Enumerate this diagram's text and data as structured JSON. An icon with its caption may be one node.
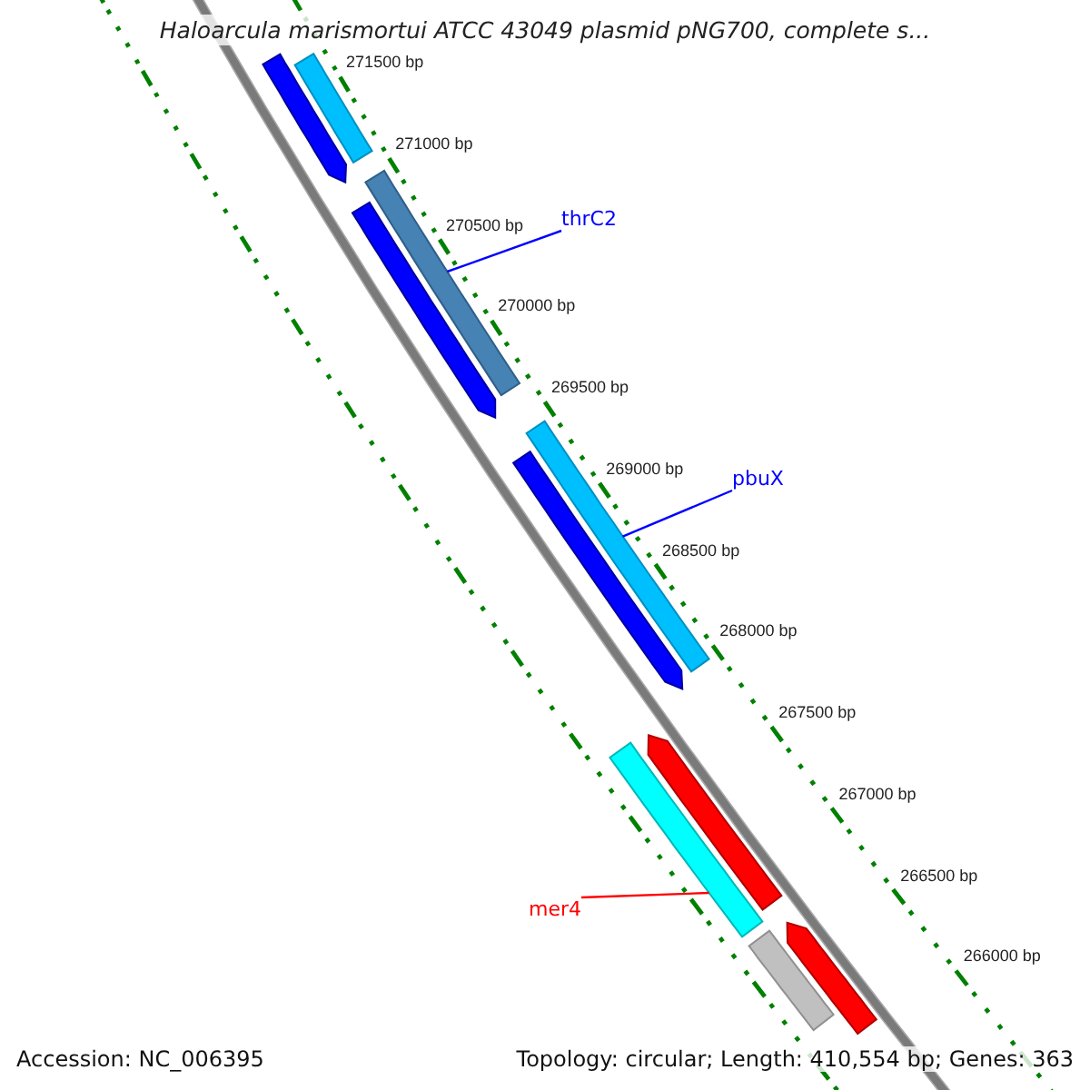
{
  "diagram": {
    "title": "Haloarcula marismortui ATCC 43049 plasmid pNG700, complete s...",
    "nodes": [
      {
        "text": [],
        "shape": "arrow"
      },
      {
        "text": [],
        "shape": "bar"
      },
      {
        "text": [
          "thrC2"
        ]
      },
      {
        "text": [],
        "shape": "bar"
      },
      {
        "text": [],
        "shape": "arrow"
      },
      {
        "text": [
          "pbuX"
        ]
      },
      {
        "text": [],
        "shape": "bar"
      },
      {
        "text": [],
        "shape": "arrow"
      },
      {
        "text": [],
        "shape": "arrow"
      },
      {
        "text": [
          "mer4"
        ]
      },
      {
        "text": [],
        "shape": "bar"
      },
      {
        "text": [],
        "shape": "arrow"
      },
      {
        "text": [],
        "shape": "bar"
      }
    ],
    "edges": [
      {
        "from": 2,
        "to": 3,
        "arrow": "none"
      },
      {
        "from": 5,
        "to": 6,
        "arrow": "none"
      },
      {
        "from": 9,
        "to": 10,
        "arrow": "none",
        "color": "#ff0000"
      }
    ],
    "labels": [
      "271500 bp",
      "271000 bp",
      "270500 bp",
      "270000 bp",
      "269500 bp",
      "269000 bp",
      "268500 bp",
      "268000 bp",
      "267500 bp",
      "267000 bp",
      "266500 bp",
      "266000 bp",
      "Accession: NC_006395",
      "Topology: circular; Length: 410,554 bp; Genes: 363"
    ]
  }
}
